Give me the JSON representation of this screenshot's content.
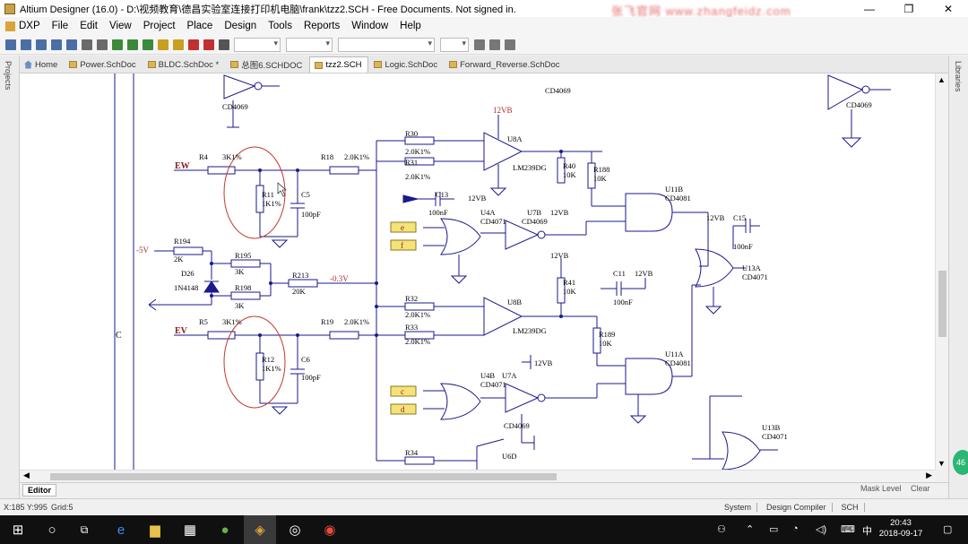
{
  "window": {
    "title": "Altium Designer (16.0) - D:\\视频教育\\德昌实验室连接打印机电脑\\frank\\tzz2.SCH - Free Documents. Not signed in.",
    "watermark": "张飞官网 www.zhangfeidz.com"
  },
  "menu": [
    "DXP",
    "File",
    "Edit",
    "View",
    "Project",
    "Place",
    "Design",
    "Tools",
    "Reports",
    "Window",
    "Help"
  ],
  "side_panels": {
    "left": "Projects",
    "right": "Libraries"
  },
  "tabs": [
    {
      "label": "Home",
      "icon": "home-icon",
      "active": false
    },
    {
      "label": "Power.SchDoc",
      "icon": "schdoc-icon",
      "active": false
    },
    {
      "label": "BLDC.SchDoc *",
      "icon": "schdoc-icon",
      "active": false
    },
    {
      "label": "总图6.SCHDOC",
      "icon": "schdoc-icon",
      "active": false
    },
    {
      "label": "tzz2.SCH",
      "icon": "schdoc-icon",
      "active": true
    },
    {
      "label": "Logic.SchDoc",
      "icon": "schdoc-icon",
      "active": false
    },
    {
      "label": "Forward_Reverse.SchDoc",
      "icon": "schdoc-icon",
      "active": false
    }
  ],
  "schematic": {
    "zone_label": "C",
    "nets": {
      "ew": "EW",
      "ev": "EV",
      "neg5": "-5V",
      "neg03": "-0.3V",
      "v12": "12VB"
    },
    "ports": {
      "e": "e",
      "f": "f",
      "c": "c",
      "d": "d"
    },
    "colors": {
      "wire": "#1a1a8c",
      "label": "#8b1a1a",
      "highlight": "#c0392b",
      "port_fill": "#f5e37a",
      "net": "#b03030"
    }
  },
  "editor": {
    "tab": "Editor",
    "mask_level": "Mask Level",
    "clear": "Clear"
  },
  "status": {
    "coord": "X:185 Y:995",
    "grid": "Grid:5",
    "panels": [
      "System",
      "Design Compiler",
      "SCH"
    ]
  },
  "taskbar": {
    "time": "20:43",
    "date": "2018-09-17",
    "ime": "中",
    "ime_lang": "中"
  }
}
